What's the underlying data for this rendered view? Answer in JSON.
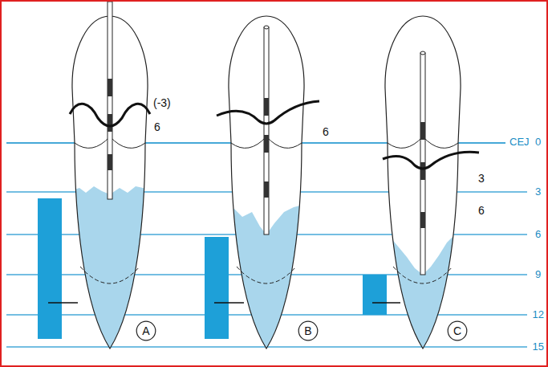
{
  "diagram": {
    "nodes": [
      {
        "text": [
          "A"
        ]
      },
      {
        "text": [
          "B"
        ]
      },
      {
        "text": [
          "C"
        ]
      }
    ],
    "labels": [
      "(-3)",
      "6",
      "6",
      "3",
      "6",
      "CEJ",
      "0",
      "3",
      "6",
      "9",
      "12",
      "15"
    ]
  }
}
